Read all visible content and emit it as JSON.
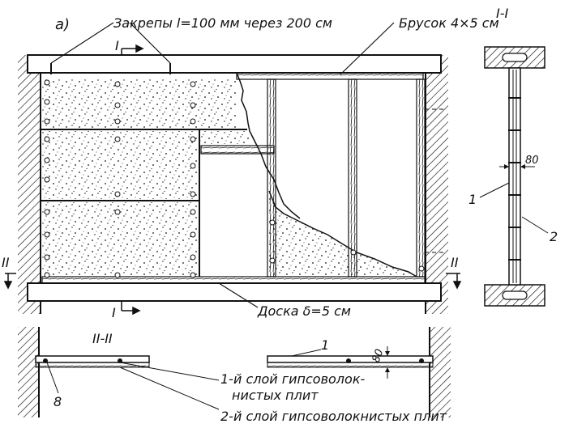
{
  "figure_label": "а)",
  "labels": {
    "fasteners": "Закрепы l=100 мм через 200 см",
    "bar": "Брусок 4×5 см",
    "board": "Доска δ=5 см",
    "section_1": "I-I",
    "section_2": "II-II",
    "mark_I_top": "I",
    "mark_I_bottom": "I",
    "mark_II_left": "II",
    "mark_II_right": "II",
    "dim_80_side": "80",
    "dim_80_plan": "80",
    "callout_1_side": "1",
    "callout_2_side": "2",
    "callout_1_plan": "1",
    "callout_8": "8",
    "layer1_line1": "1-й слой гипсоволок-",
    "layer1_line2": "нистых плит",
    "layer2": "2-й слой гипсоволокнистых плит"
  },
  "colors": {
    "ink": "#111111",
    "paper": "#ffffff"
  }
}
